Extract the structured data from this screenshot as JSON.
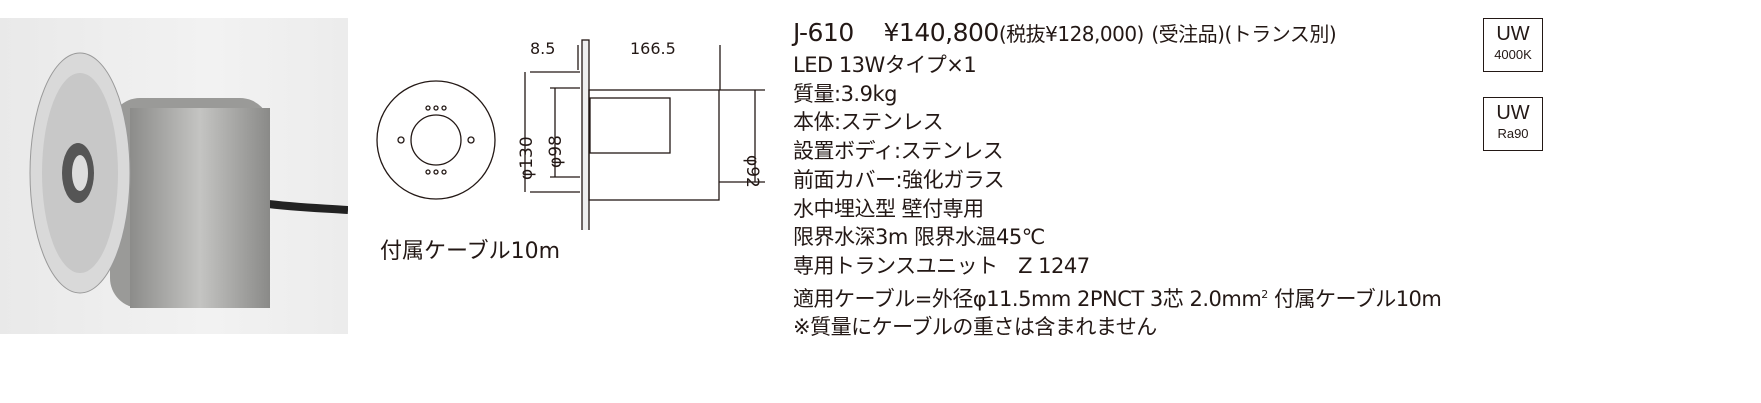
{
  "product": {
    "model": "J-610",
    "price": "¥140,800",
    "price_ex_tax": "(税抜¥128,000)",
    "order_note": "(受注品)",
    "transformer_note": "(トランス別)"
  },
  "specs": [
    "LED 13Wタイプ×1",
    "質量:3.9kg",
    "本体:ステンレス",
    "設置ボディ:ステンレス",
    "前面カバー:強化ガラス",
    "水中埋込型 壁付専用",
    "限界水深3m 限界水温45℃",
    "専用トランスユニット　Z 1247"
  ],
  "cable_spec": {
    "prefix": "適用ケーブル=外径φ11.5mm 2PNCT 3芯 2.0mm",
    "sup": "2",
    "suffix": " 付属ケーブル10m"
  },
  "note": "※質量にケーブルの重さは含まれません",
  "caption": "付属ケーブル10m",
  "dimensions": {
    "d1": "8.5",
    "d2": "166.5",
    "d3": "φ130",
    "d4": "φ98",
    "d5": "φ92"
  },
  "badges": [
    {
      "top": "UW",
      "bottom": "4000K"
    },
    {
      "top": "UW",
      "bottom": "Ra90"
    }
  ]
}
